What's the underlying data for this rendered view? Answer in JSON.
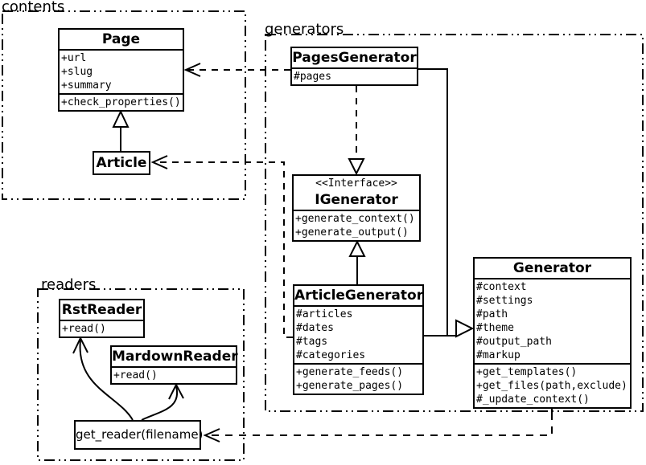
{
  "packages": {
    "contents": {
      "label": "contents"
    },
    "generators": {
      "label": "generators"
    },
    "readers": {
      "label": "readers"
    }
  },
  "classes": {
    "page": {
      "name": "Page",
      "attributes": [
        "+url",
        "+slug",
        "+summary"
      ],
      "methods": [
        "+check_properties()"
      ]
    },
    "article": {
      "name": "Article"
    },
    "pages_generator": {
      "name": "PagesGenerator",
      "attributes": [
        "#pages"
      ]
    },
    "igenerator": {
      "stereotype": "<<Interface>>",
      "name": "IGenerator",
      "methods": [
        "+generate_context()",
        "+generate_output()"
      ]
    },
    "article_generator": {
      "name": "ArticleGenerator",
      "attributes": [
        "#articles",
        "#dates",
        "#tags",
        "#categories"
      ],
      "methods": [
        "+generate_feeds()",
        "+generate_pages()"
      ]
    },
    "generator": {
      "name": "Generator",
      "attributes": [
        "#context",
        "#settings",
        "#path",
        "#theme",
        "#output_path",
        "#markup"
      ],
      "methods": [
        "+get_templates()",
        "+get_files(path,exclude)",
        "#_update_context()"
      ]
    },
    "rst_reader": {
      "name": "RstReader",
      "methods": [
        "+read()"
      ]
    },
    "mardown_reader": {
      "name": "MardownReader",
      "methods": [
        "+read()"
      ]
    }
  },
  "functions": {
    "get_reader": {
      "label": "get_reader(filename)"
    }
  },
  "relationships": [
    {
      "from": "Article",
      "to": "Page",
      "type": "generalization"
    },
    {
      "from": "PagesGenerator",
      "to": "Page",
      "type": "dependency"
    },
    {
      "from": "ArticleGenerator",
      "to": "Article",
      "type": "dependency"
    },
    {
      "from": "PagesGenerator",
      "to": "IGenerator",
      "type": "realization"
    },
    {
      "from": "ArticleGenerator",
      "to": "IGenerator",
      "type": "generalization"
    },
    {
      "from": "PagesGenerator",
      "to": "Generator",
      "type": "generalization"
    },
    {
      "from": "ArticleGenerator",
      "to": "Generator",
      "type": "generalization"
    },
    {
      "from": "Generator",
      "to": "get_reader(filename)",
      "type": "dependency"
    },
    {
      "from": "get_reader(filename)",
      "to": "RstReader",
      "type": "call-arrow"
    },
    {
      "from": "get_reader(filename)",
      "to": "MardownReader",
      "type": "call-arrow"
    }
  ],
  "colors": {
    "line": "#000000",
    "background": "#ffffff"
  }
}
